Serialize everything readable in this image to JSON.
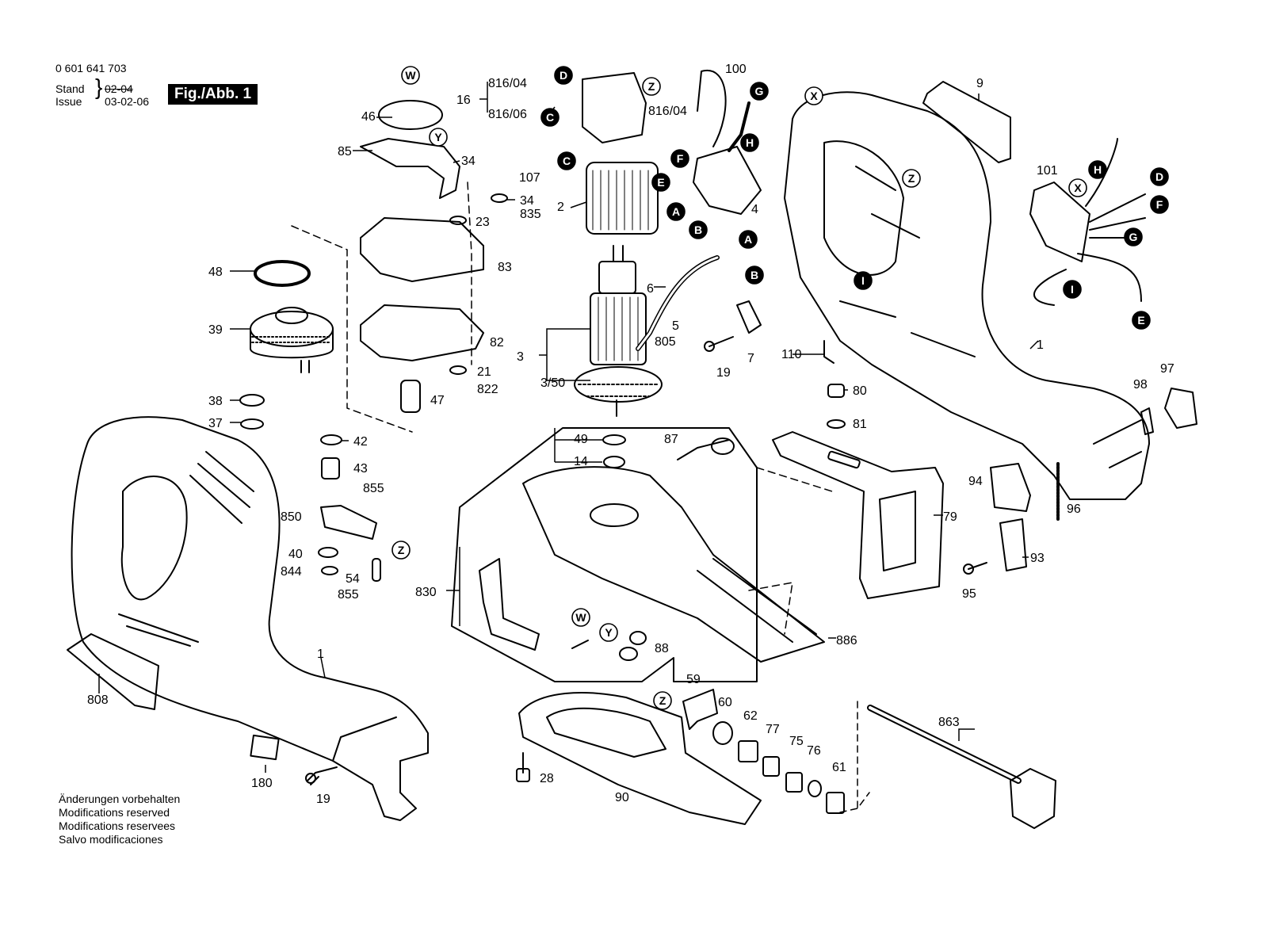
{
  "header": {
    "part_number": "0 601 641 703",
    "stand_label": "Stand",
    "issue_label": "Issue",
    "stand_value": "02-04",
    "issue_value": "03-02-06",
    "figure_label": "Fig./Abb. 1"
  },
  "notes": [
    "Änderungen vorbehalten",
    "Modifications reserved",
    "Modifications reservees",
    "Salvo modificaciones"
  ],
  "part_labels": [
    {
      "text": "46"
    },
    {
      "text": "85"
    },
    {
      "text": "34"
    },
    {
      "text": "34"
    },
    {
      "text": "835"
    },
    {
      "text": "23"
    },
    {
      "text": "83"
    },
    {
      "text": "82"
    },
    {
      "text": "21"
    },
    {
      "text": "822"
    },
    {
      "text": "47"
    },
    {
      "text": "48"
    },
    {
      "text": "39"
    },
    {
      "text": "38"
    },
    {
      "text": "37"
    },
    {
      "text": "42"
    },
    {
      "text": "43"
    },
    {
      "text": "855"
    },
    {
      "text": "850"
    },
    {
      "text": "40"
    },
    {
      "text": "844"
    },
    {
      "text": "54"
    },
    {
      "text": "855"
    },
    {
      "text": "816/04"
    },
    {
      "text": "16"
    },
    {
      "text": "816/06"
    },
    {
      "text": "816/04"
    },
    {
      "text": "107"
    },
    {
      "text": "2"
    },
    {
      "text": "100"
    },
    {
      "text": "4"
    },
    {
      "text": "6"
    },
    {
      "text": "5"
    },
    {
      "text": "805"
    },
    {
      "text": "3"
    },
    {
      "text": "3/50"
    },
    {
      "text": "7"
    },
    {
      "text": "19"
    },
    {
      "text": "110"
    },
    {
      "text": "9"
    },
    {
      "text": "101"
    },
    {
      "text": "1"
    },
    {
      "text": "97"
    },
    {
      "text": "98"
    },
    {
      "text": "80"
    },
    {
      "text": "81"
    },
    {
      "text": "79"
    },
    {
      "text": "94"
    },
    {
      "text": "96"
    },
    {
      "text": "93"
    },
    {
      "text": "95"
    },
    {
      "text": "49"
    },
    {
      "text": "14"
    },
    {
      "text": "87"
    },
    {
      "text": "830"
    },
    {
      "text": "88"
    },
    {
      "text": "886"
    },
    {
      "text": "59"
    },
    {
      "text": "60"
    },
    {
      "text": "62"
    },
    {
      "text": "77"
    },
    {
      "text": "75"
    },
    {
      "text": "76"
    },
    {
      "text": "61"
    },
    {
      "text": "863"
    },
    {
      "text": "28"
    },
    {
      "text": "90"
    },
    {
      "text": "808"
    },
    {
      "text": "1"
    },
    {
      "text": "180"
    },
    {
      "text": "19"
    }
  ],
  "callouts": [
    {
      "letter": "W",
      "style": "outline"
    },
    {
      "letter": "Y",
      "style": "outline"
    },
    {
      "letter": "Z",
      "style": "outline"
    },
    {
      "letter": "Z",
      "style": "outline"
    },
    {
      "letter": "W",
      "style": "outline"
    },
    {
      "letter": "Y",
      "style": "outline"
    },
    {
      "letter": "Z",
      "style": "outline"
    },
    {
      "letter": "X",
      "style": "outline"
    },
    {
      "letter": "Z",
      "style": "outline"
    },
    {
      "letter": "X",
      "style": "outline"
    },
    {
      "letter": "D",
      "style": "filled"
    },
    {
      "letter": "C",
      "style": "filled"
    },
    {
      "letter": "C",
      "style": "filled"
    },
    {
      "letter": "E",
      "style": "filled"
    },
    {
      "letter": "G",
      "style": "filled"
    },
    {
      "letter": "H",
      "style": "filled"
    },
    {
      "letter": "F",
      "style": "filled"
    },
    {
      "letter": "A",
      "style": "filled"
    },
    {
      "letter": "B",
      "style": "filled"
    },
    {
      "letter": "A",
      "style": "filled"
    },
    {
      "letter": "B",
      "style": "filled"
    },
    {
      "letter": "I",
      "style": "filled"
    },
    {
      "letter": "H",
      "style": "filled"
    },
    {
      "letter": "D",
      "style": "filled"
    },
    {
      "letter": "F",
      "style": "filled"
    },
    {
      "letter": "G",
      "style": "filled"
    },
    {
      "letter": "I",
      "style": "filled"
    },
    {
      "letter": "E",
      "style": "filled"
    }
  ]
}
